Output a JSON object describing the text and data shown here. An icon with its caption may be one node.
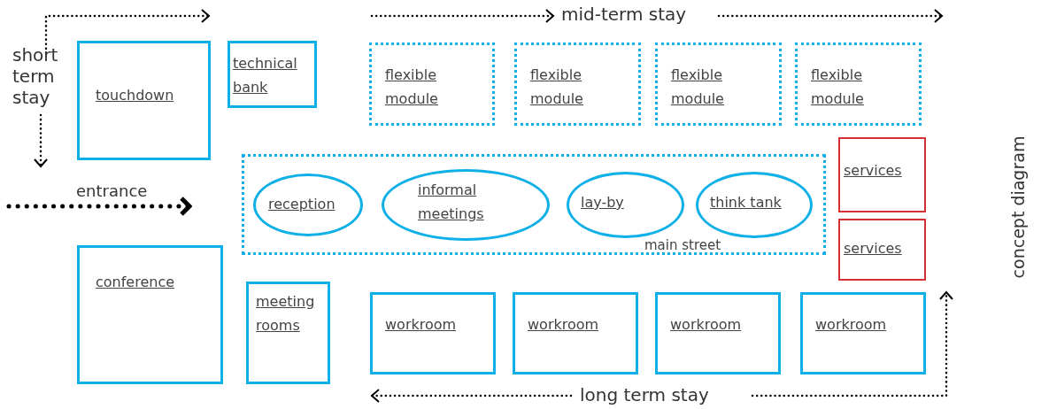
{
  "diagram": {
    "title": "concept diagram",
    "nodes": [
      {
        "text": [
          "touchdown"
        ]
      },
      {
        "text": [
          "technical bank"
        ]
      },
      {
        "text": [
          "flexible module"
        ]
      },
      {
        "text": [
          "flexible module"
        ]
      },
      {
        "text": [
          "flexible module"
        ]
      },
      {
        "text": [
          "flexible module"
        ]
      },
      {
        "text": [
          "main street"
        ]
      },
      {
        "text": [
          "reception"
        ],
        "in": 6
      },
      {
        "text": [
          "informal meetings"
        ],
        "in": 6
      },
      {
        "text": [
          "lay-by"
        ],
        "in": 6
      },
      {
        "text": [
          "think tank"
        ],
        "in": 6
      },
      {
        "text": [
          "services"
        ]
      },
      {
        "text": [
          "services"
        ]
      },
      {
        "text": [
          "conference"
        ]
      },
      {
        "text": [
          "meeting rooms"
        ]
      },
      {
        "text": [
          "workroom"
        ]
      },
      {
        "text": [
          "workroom"
        ]
      },
      {
        "text": [
          "workroom"
        ]
      },
      {
        "text": [
          "workroom"
        ]
      }
    ],
    "edges": [],
    "labels": [
      "short term stay",
      "mid-term stay",
      "entrance",
      "long term stay"
    ]
  }
}
